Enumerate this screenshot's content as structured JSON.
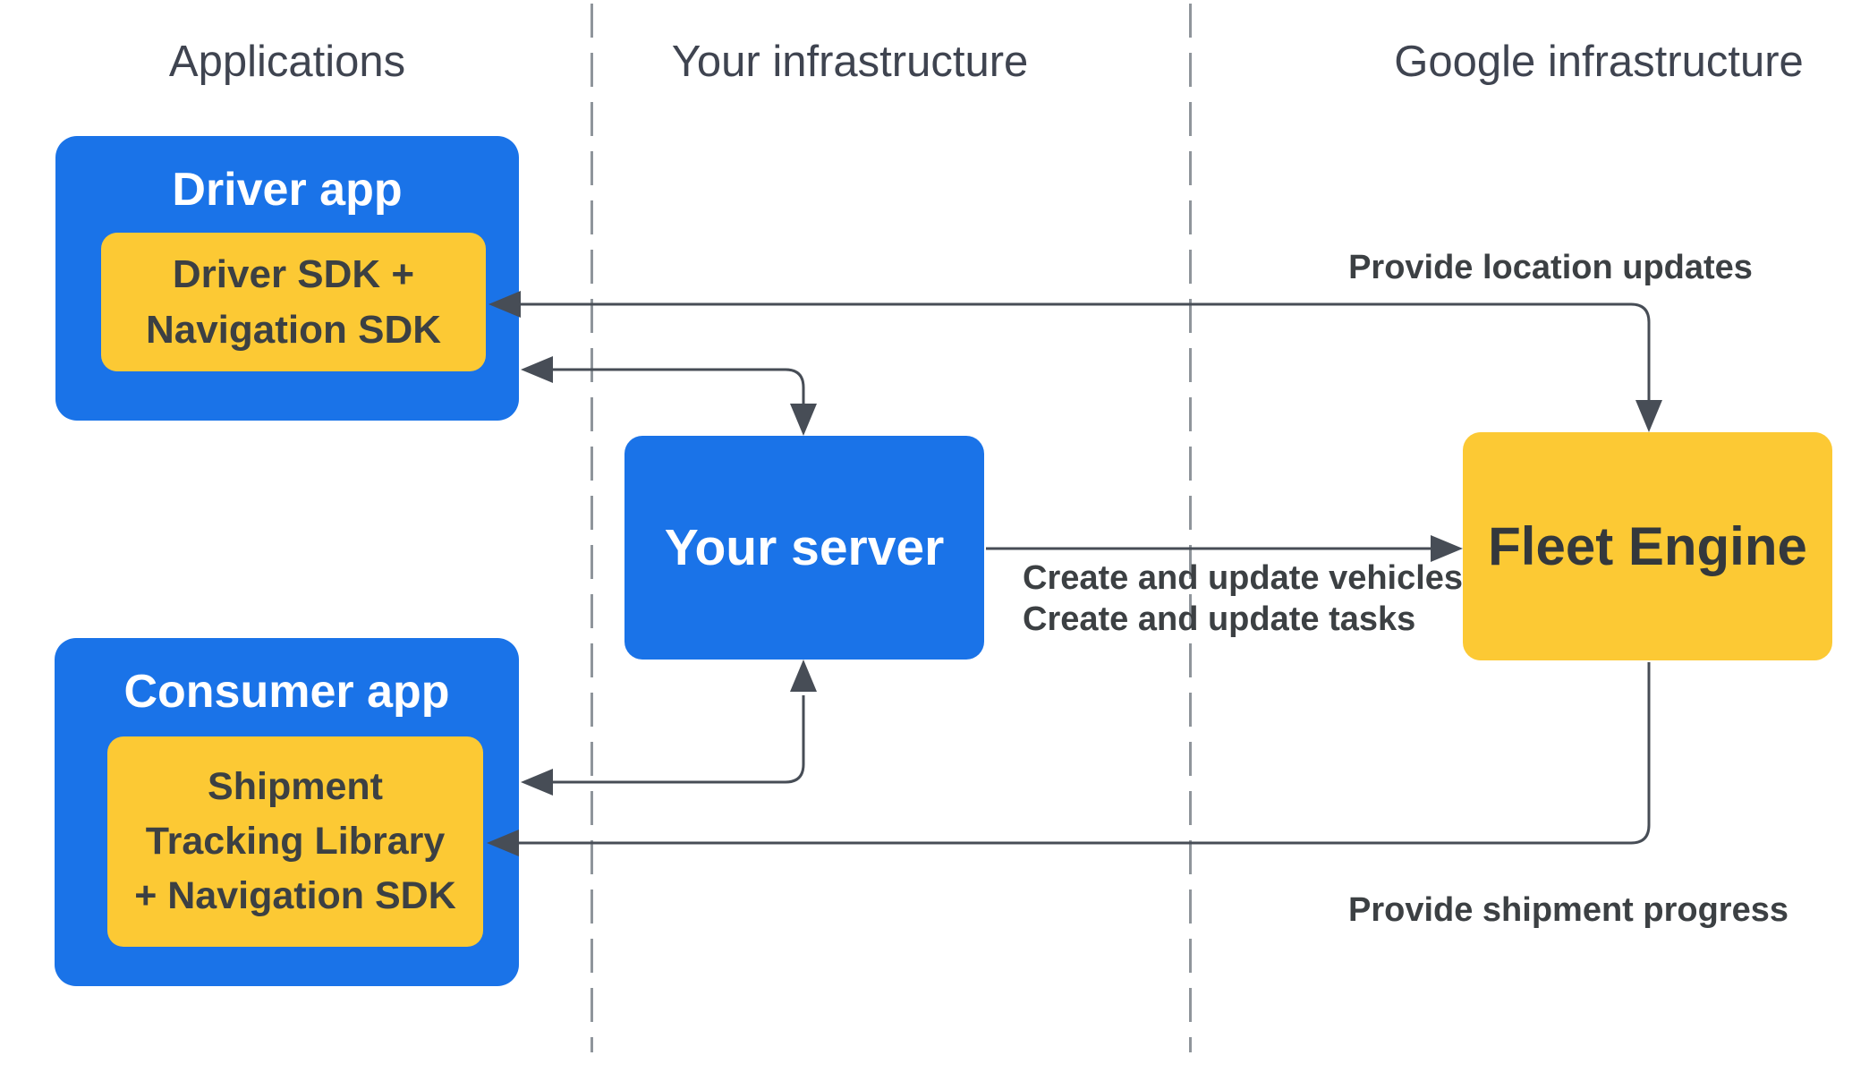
{
  "columns": [
    {
      "label": "Applications"
    },
    {
      "label": "Your infrastructure"
    },
    {
      "label": "Google infrastructure"
    }
  ],
  "nodes": {
    "driver_app": {
      "title": "Driver app",
      "sdk_lines": [
        "Driver SDK +",
        "Navigation SDK"
      ]
    },
    "consumer_app": {
      "title": "Consumer app",
      "sdk_lines": [
        "Shipment",
        "Tracking Library",
        "+ Navigation SDK"
      ]
    },
    "your_server": {
      "title": "Your server"
    },
    "fleet_engine": {
      "title": "Fleet Engine"
    }
  },
  "edges": {
    "provide_location_updates": {
      "label": "Provide location updates"
    },
    "create_and_update": {
      "lines": [
        "Create and update vehicles",
        "Create and update tasks"
      ]
    },
    "provide_shipment_progress": {
      "label": "Provide shipment progress"
    }
  },
  "colors": {
    "box_blue": "#1a73e8",
    "box_yellow": "#fcc934",
    "text_dark": "#3c4043",
    "text_white": "#ffffff",
    "header_gray": "#3f4450",
    "connector": "#474d56",
    "divider_gray": "#8f959b",
    "background": "#ffffff"
  }
}
